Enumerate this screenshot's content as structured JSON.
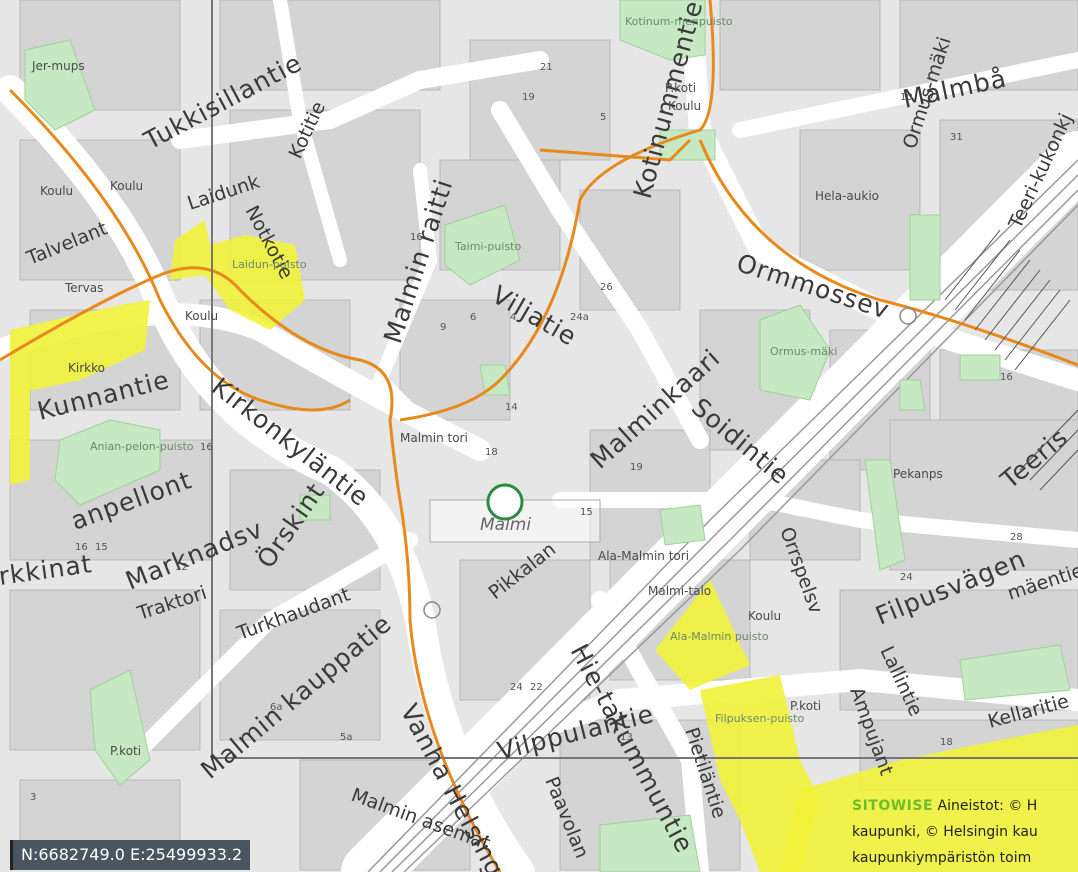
{
  "map": {
    "area": "Malmi",
    "streets": {
      "tukkisillantie": "Tukkisillantie",
      "notkotie": "Notkotie",
      "kotitie": "Kotitie",
      "kotinummentie": "Kotinummentie",
      "malmbacka": "Malmbå",
      "laidunkaari": "Laidunk",
      "talvelantie": "Talvelant",
      "malmin_raitti": "Malmin raitti",
      "viljatie": "Viljatie",
      "ormmossev": "Ormmossev",
      "kunnantie": "Kunnantie",
      "kirkonkyläntie": "Kirkonkyläntie",
      "malminkaari": "Malminkaari",
      "soidintie": "Soidintie",
      "anpellontie": "anpellont",
      "marknadsv": "Marknadsv",
      "orskint": "Örskint",
      "traktori": "Traktori",
      "turkhaudant": "Turkhaudant",
      "malmin_kauppatie": "Malmin kauppatie",
      "vanha_helsingintie": "Vanha Helsing",
      "malmin_asematie": "Malmin asemat",
      "vilppulantie": "Vilppulantie",
      "pikkalantie": "Pikkalan",
      "hietakummuntie": "Hie-takummuntie",
      "pietilantie": "Pietiläntie",
      "paavolantie": "Paavolan",
      "filpusvagen": "Filpusvägen",
      "kellaritie": "Kellaritie",
      "lallintie": "Lallintie",
      "orrspelsv": "Orrspelsv",
      "teerisuontie": "Teeris",
      "ammuja": "Ampujant",
      "pikkukarrikkinat": "rkkinat",
      "niinimaentie": "mäentie",
      "ormusmaki": "Ormus-mäki",
      "teerikukonkuja": "Teeri-kukonkj"
    },
    "places": {
      "jermups": "Jer-mups",
      "koulu": "Koulu",
      "pkoti": "P.koti",
      "kotinummenpuisto": "Kotinum-menpuisto",
      "laidunpuisto": "Laidun-puisto",
      "taimipuisto": "Taimi-puisto",
      "kirkko": "Kirkko",
      "tervas": "Tervas",
      "anpellonpuisto": "Anian-pelon-puisto",
      "malmin_tori": "Malmin tori",
      "ala_malmin_tori": "Ala-Malmin tori",
      "malmitalo": "Malmi-talo",
      "pekankaaripuisto": "Pekanps",
      "filpuksenpuisto": "Filpuksen-puisto",
      "ormusmaki_park": "Ormus-mäki",
      "ala_malmin_puisto": "Ala-Malmin puisto",
      "helaniitty": "Hela-aukio"
    },
    "station": "Malmi"
  },
  "coordinates": "N:6682749.0 E:25499933.2",
  "attribution": {
    "brand": "SITOWISE",
    "line1": " Aineistot: © H",
    "line2": "kaupunki, © Helsingin kau",
    "line3": "kaupunkiympäristön toim"
  },
  "colors": {
    "background": "#e6e6e6",
    "building": "#d2d2d2",
    "road": "#ffffff",
    "park": "#c6e8c2",
    "highlight": "#f2f23a",
    "route": "#e8891c",
    "railway_marker": "#2e8b3e",
    "grid_line": "#777777",
    "brand": "#6bbf2a"
  }
}
